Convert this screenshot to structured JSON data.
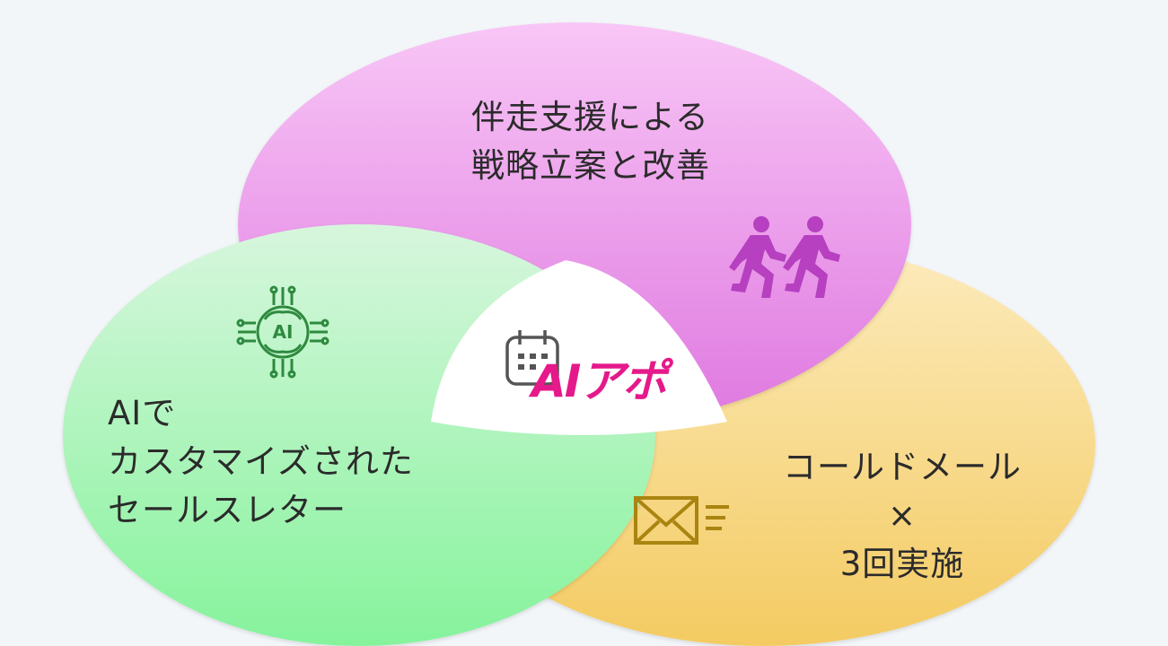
{
  "diagram": {
    "center_logo": {
      "text": "AIアポ",
      "icon": "calendar-icon",
      "color": "#e5198a"
    },
    "top_circle": {
      "lines": [
        "伴走支援による",
        "戦略立案と改善"
      ],
      "icon": "running-people-icon",
      "color": "#e684e6"
    },
    "left_circle": {
      "lines": [
        "AIで",
        "カスタマイズされた",
        "セールスレター"
      ],
      "icon": "ai-brain-icon",
      "color": "#9af2a8"
    },
    "right_circle": {
      "lines": [
        "コールドメール",
        "×",
        "3回実施"
      ],
      "icon": "mail-icon",
      "color": "#f6d16a"
    }
  }
}
